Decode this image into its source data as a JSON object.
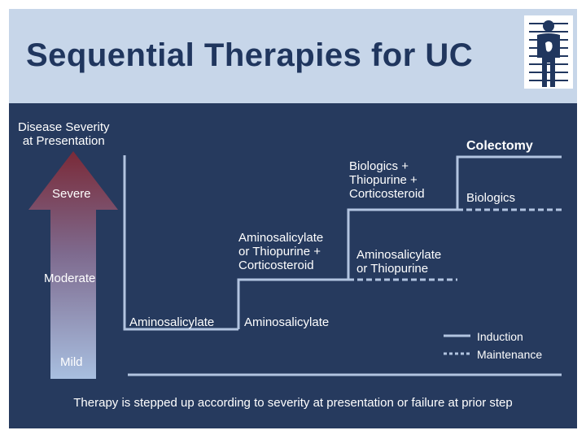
{
  "title": "Sequential Therapies for UC",
  "severity": {
    "heading_line1": "Disease Severity",
    "heading_line2": "at Presentation",
    "levels": [
      "Severe",
      "Moderate",
      "Mild"
    ]
  },
  "steps": {
    "colectomy": "Colectomy",
    "severe_induction": [
      "Biologics +",
      "Thiopurine +",
      "Corticosteroid"
    ],
    "severe_maintenance": "Biologics",
    "moderate_induction": [
      "Aminosalicylate",
      "or Thiopurine +",
      "Corticosteroid"
    ],
    "moderate_maintenance": [
      "Aminosalicylate",
      "or Thiopurine"
    ],
    "mild_induction": "Aminosalicylate",
    "mild_maintenance": "Aminosalicylate"
  },
  "legend": {
    "induction": "Induction",
    "maintenance": "Maintenance"
  },
  "caption": "Therapy is stepped up according to severity at presentation or failure at prior step",
  "colors": {
    "header_bg": "#c7d6e9",
    "panel_bg": "#263a5e",
    "title": "#20365e",
    "step_line": "#b2c4e0",
    "arrow_top": "#7a2a38",
    "arrow_bottom": "#a8bfe0"
  }
}
